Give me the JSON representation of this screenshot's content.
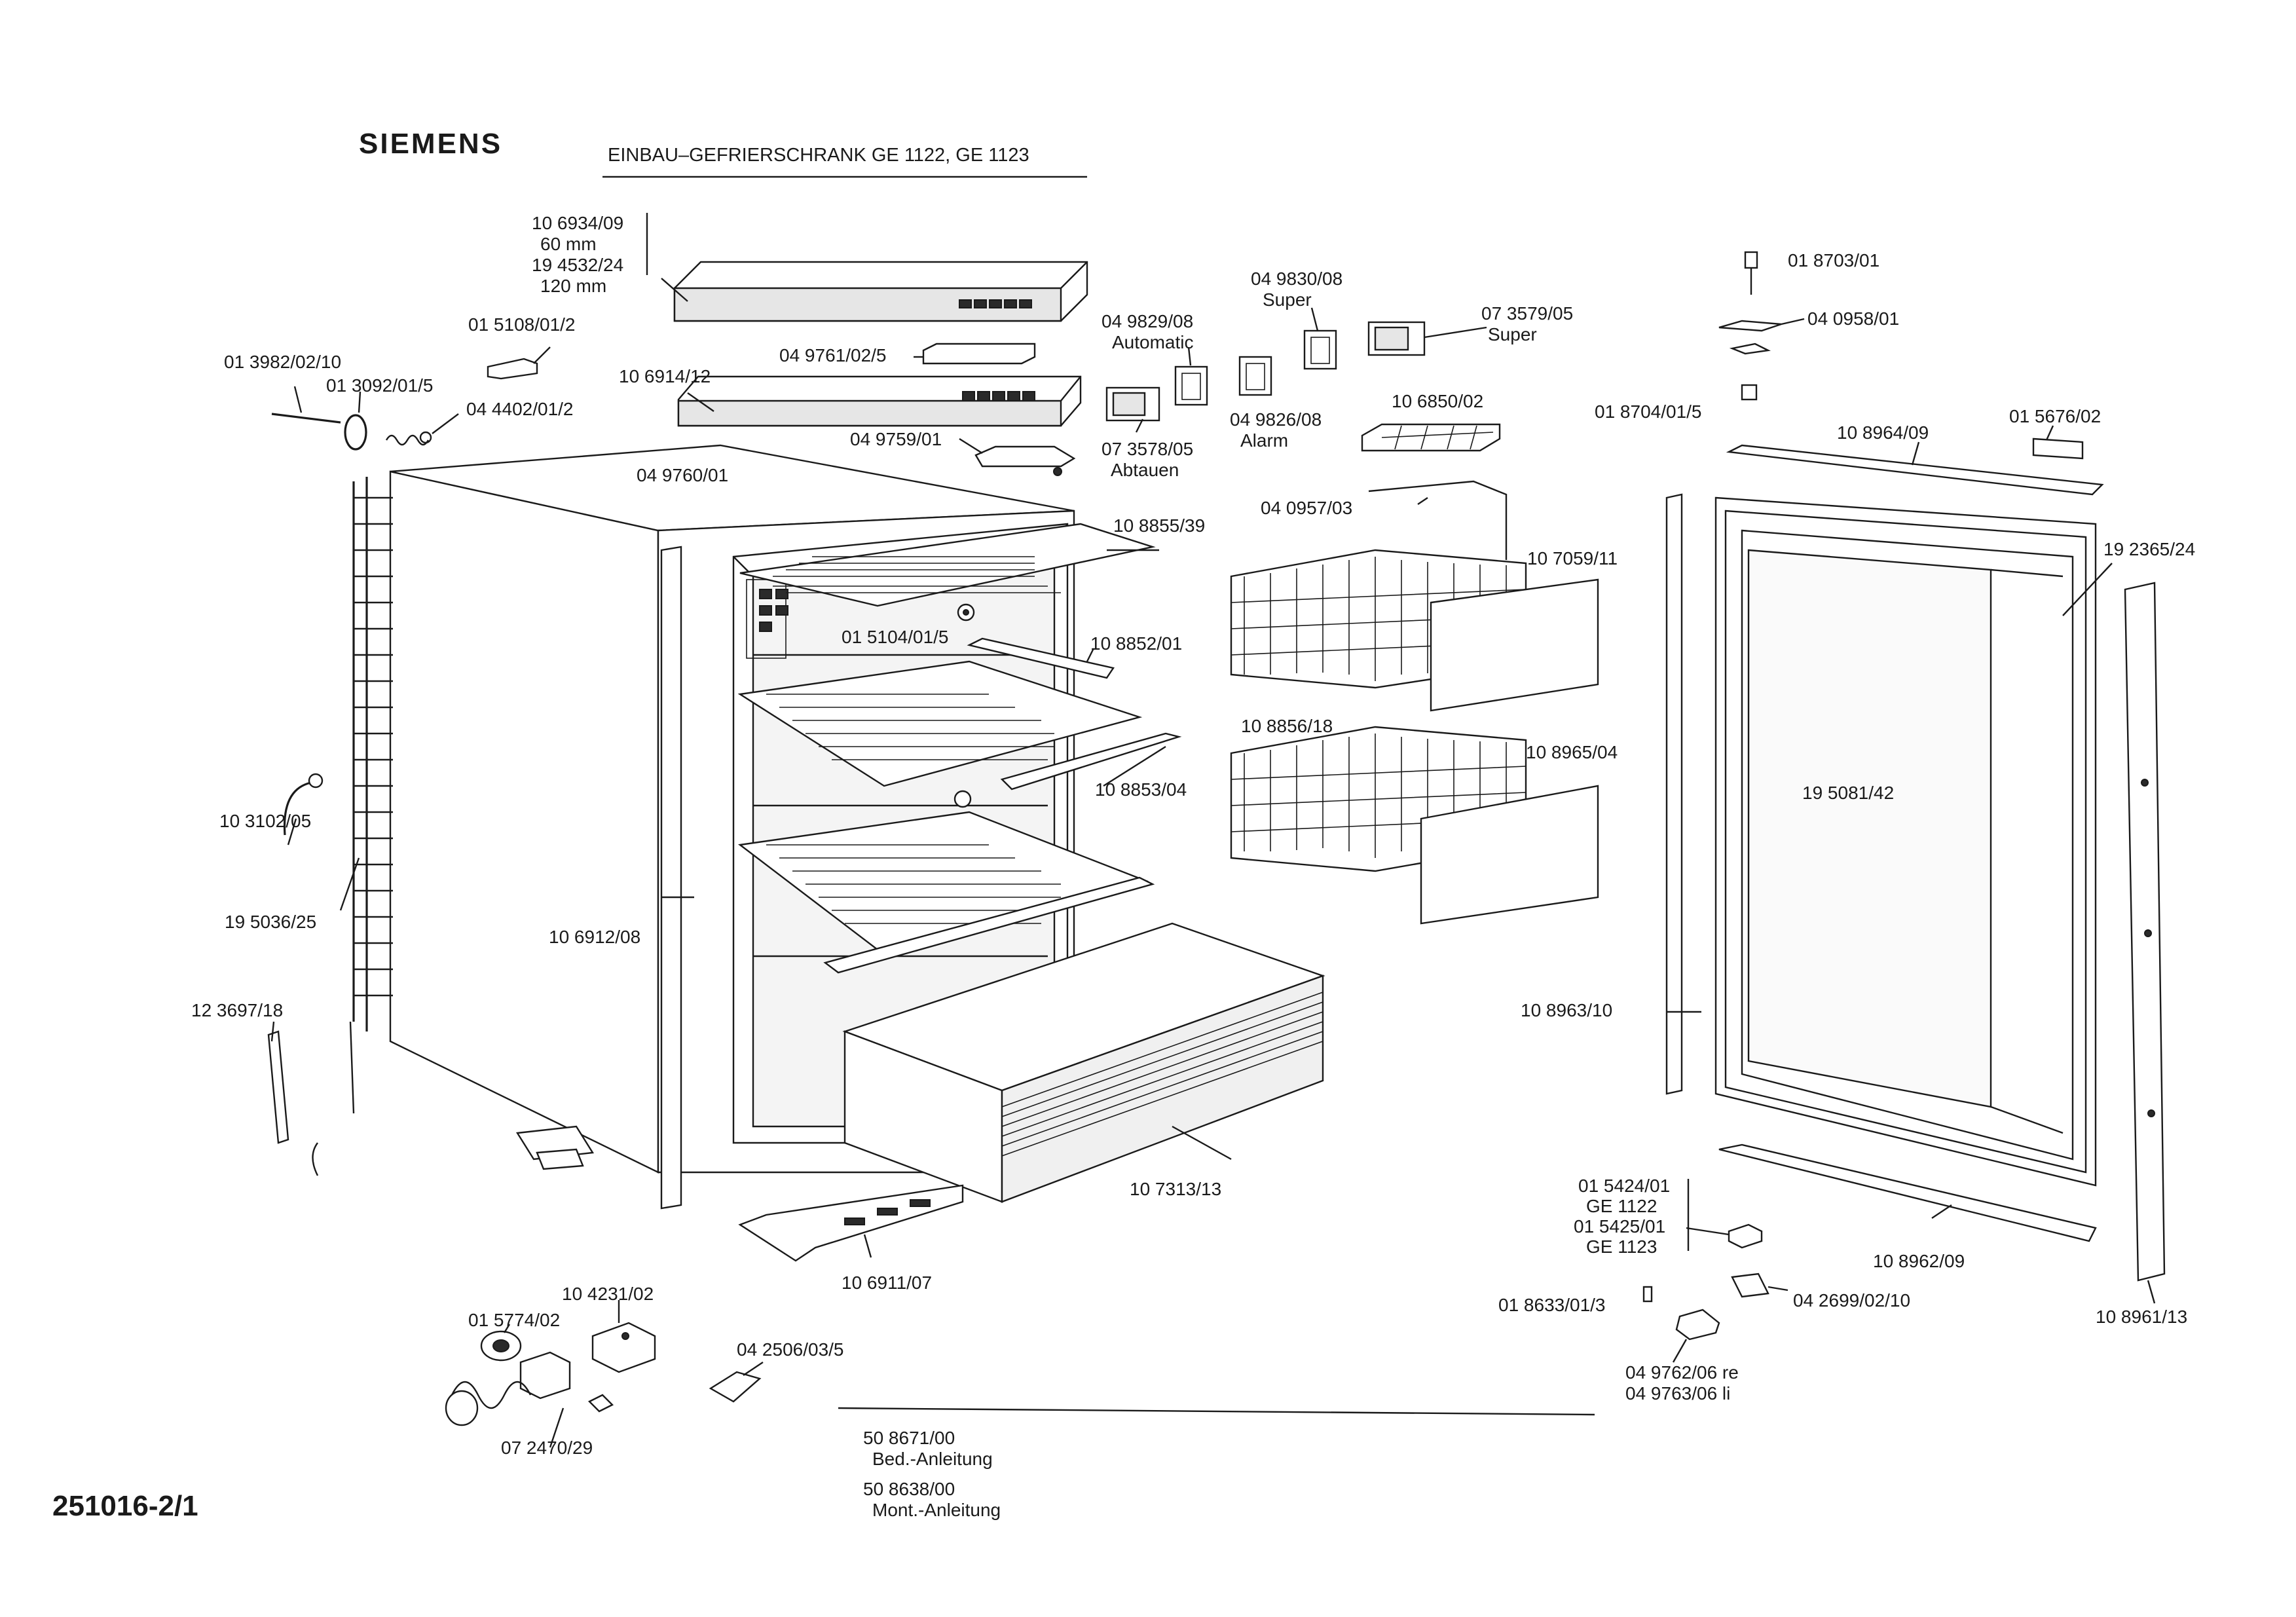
{
  "header": {
    "brand": "SIEMENS",
    "title": "EINBAU–GEFRIERSCHRANK  GE 1122, GE 1123",
    "doc_number": "251016-2/1"
  },
  "parts": {
    "p106934": "10 6934/09",
    "p60mm": "60 mm",
    "p194532": "19 4532/24",
    "p120mm": "120 mm",
    "p015108": "01 5108/01/2",
    "p013982": "01 3982/02/10",
    "p013092": "01 3092/01/5",
    "p044402": "04 4402/01/2",
    "p106914": "10 6914/12",
    "p049761": "04 9761/02/5",
    "p049829": "04 9829/08",
    "pAutomatic": "Automatic",
    "p049830": "04 9830/08",
    "pSuper1": "Super",
    "p073579": "07 3579/05",
    "pSuper2": "Super",
    "p049826": "04 9826/08",
    "pAlarm": "Alarm",
    "p049759": "04 9759/01",
    "p073578": "07 3578/05",
    "pAbtauen": "Abtauen",
    "p106850": "10 6850/02",
    "p049760": "04 9760/01",
    "p040957": "04 0957/03",
    "p108855": "10 8855/39",
    "p107059": "10 7059/11",
    "p015104": "01 5104/01/5",
    "p108852": "10 8852/01",
    "p108856": "10 8856/18",
    "p108965": "10 8965/04",
    "p108853": "10 8853/04",
    "p103102": "10 3102/05",
    "p195036": "19 5036/25",
    "p106912": "10 6912/08",
    "p123697": "12 3697/18",
    "p107313": "10 7313/13",
    "p106911": "10 6911/07",
    "p104231": "10 4231/02",
    "p015774": "01 5774/02",
    "p042506": "04 2506/03/5",
    "p072470": "07 2470/29",
    "p508671": "50 8671/00",
    "pBedAnl": "Bed.-Anleitung",
    "p508638": "50 8638/00",
    "pMontAnl": "Mont.-Anleitung",
    "p018703": "01 8703/01",
    "p040958": "04 0958/01",
    "p018704": "01 8704/01/5",
    "p108964": "10 8964/09",
    "p015676": "01 5676/02",
    "p192365": "19 2365/24",
    "p195081": "19 5081/42",
    "p108963": "10 8963/10",
    "p015424": "01 5424/01",
    "pGE1122": "GE 1122",
    "p015425": "01 5425/01",
    "pGE1123": "GE 1123",
    "p108962": "10 8962/09",
    "p018633": "01 8633/01/3",
    "p042699": "04 2699/02/10",
    "p108961": "10 8961/13",
    "p049762": "04 9762/06 re",
    "p049763": "04 9763/06 li"
  }
}
